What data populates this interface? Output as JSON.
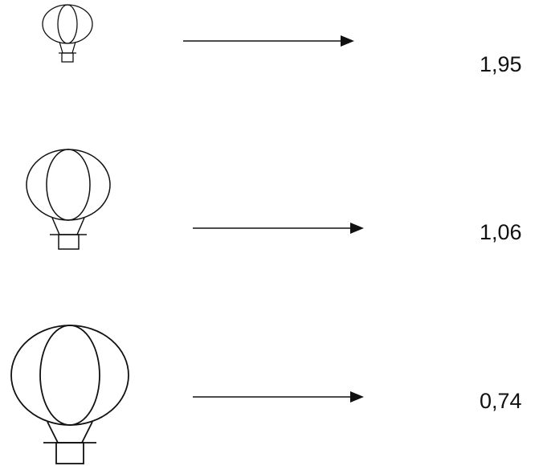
{
  "rows": [
    {
      "value": "1,95",
      "balloon_size": "small"
    },
    {
      "value": "1,06",
      "balloon_size": "medium"
    },
    {
      "value": "0,74",
      "balloon_size": "large"
    }
  ],
  "colors": {
    "stroke": "#111111",
    "background": "#ffffff"
  },
  "icons": {
    "balloon": "hot-air-balloon-icon",
    "arrow": "right-arrow-icon"
  }
}
